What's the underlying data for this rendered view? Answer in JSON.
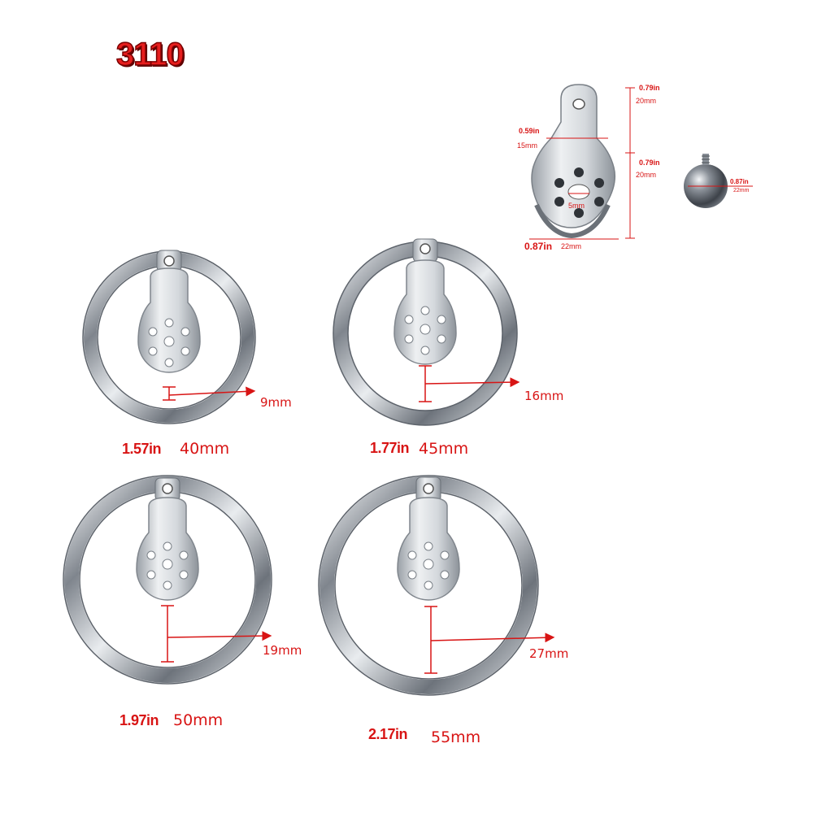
{
  "model": "3110",
  "detail": {
    "top_height_in": "0.79in",
    "top_height_mm": "20mm",
    "neck_width_in": "0.59in",
    "neck_width_mm": "15mm",
    "disc_height_in": "0.79in",
    "disc_height_mm": "20mm",
    "center_hole": "5mm",
    "base_width_in": "0.87in",
    "base_width_mm": "22mm",
    "ball_in": "0.87in",
    "ball_mm": "22mm"
  },
  "rings": [
    {
      "size_in": "1.57in",
      "size_mm": "40mm",
      "gap": "9mm"
    },
    {
      "size_in": "1.77in",
      "size_mm": "45mm",
      "gap": "16mm"
    },
    {
      "size_in": "1.97in",
      "size_mm": "50mm",
      "gap": "19mm"
    },
    {
      "size_in": "2.17in",
      "size_mm": "55mm",
      "gap": "27mm"
    }
  ],
  "colors": {
    "accent_red": "#d81414",
    "steel": "#a8acb3"
  }
}
